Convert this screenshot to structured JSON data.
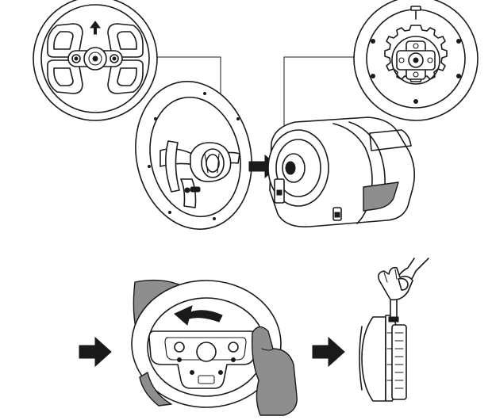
{
  "figure": {
    "panels": [
      {
        "id": "attach-wheel-to-base"
      },
      {
        "id": "rotate-to-lock"
      },
      {
        "id": "tighten-screw"
      }
    ],
    "colors": {
      "line": "#1a1a1a",
      "shade": "#8e8e8e",
      "background": "#ffffff"
    },
    "icons": [
      "arrow-right-icon",
      "arrow-up-icon",
      "rotate-arrow-icon"
    ]
  }
}
